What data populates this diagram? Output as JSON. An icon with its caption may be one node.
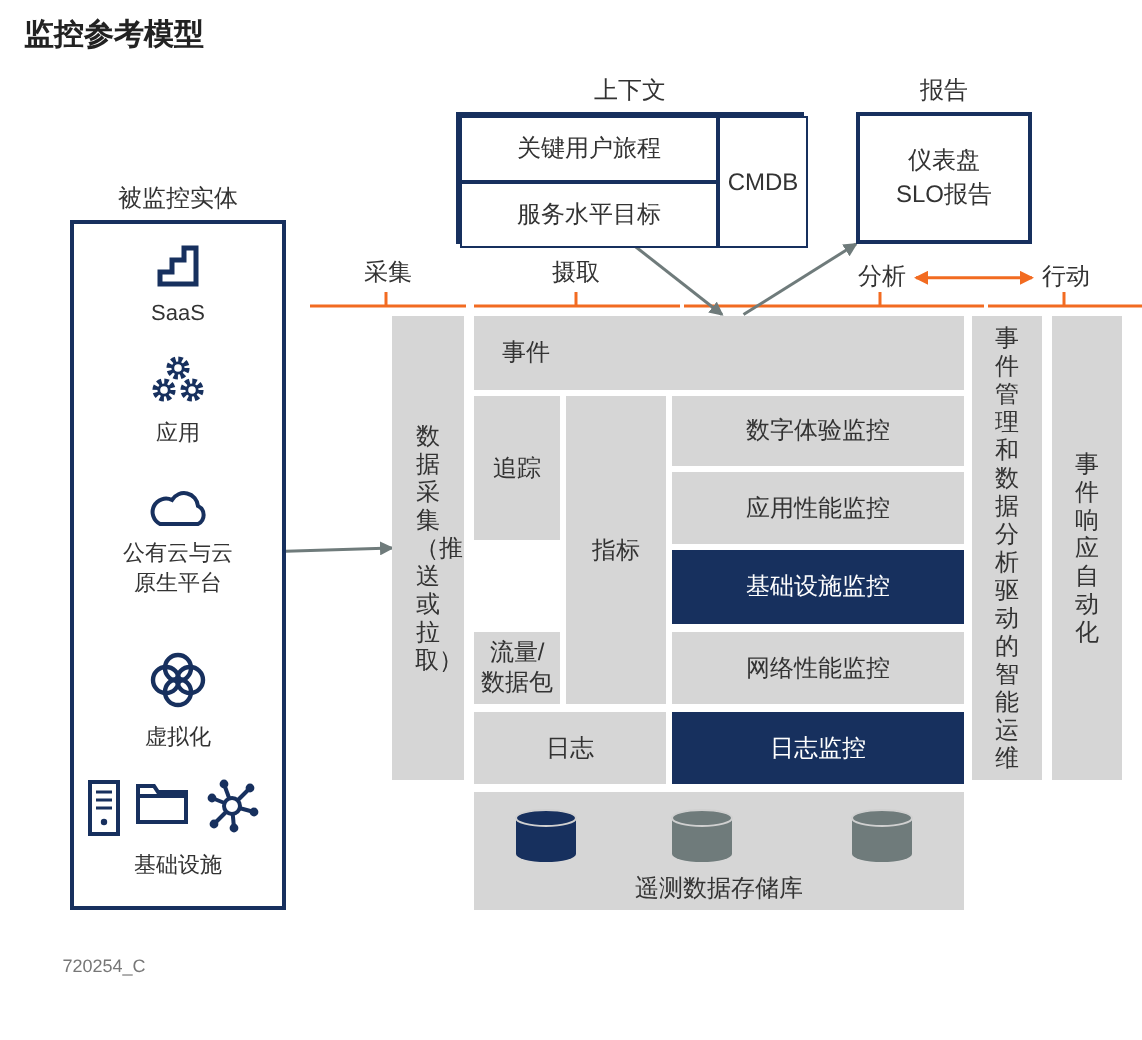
{
  "diagram": {
    "title": "监控参考模型",
    "nodes": [
      {
        "text": [
          "被监控实体",
          "SaaS",
          "应用",
          "公有云与云原生平台",
          "虚拟化",
          "基础设施"
        ]
      },
      {
        "text": [
          "上下文"
        ]
      },
      {
        "text": [
          "关键用户旅程"
        ],
        "in": 1
      },
      {
        "text": [
          "服务水平目标"
        ],
        "in": 1
      },
      {
        "text": [
          "CMDB"
        ],
        "in": 1
      },
      {
        "text": [
          "报告",
          "仪表盘",
          "SLO报告"
        ]
      },
      {
        "text": [
          "数据采集（推送或拉取）"
        ]
      },
      {
        "text": [
          "事件"
        ]
      },
      {
        "text": [
          "追踪"
        ]
      },
      {
        "text": [
          "指标"
        ]
      },
      {
        "text": [
          "流量/数据包"
        ]
      },
      {
        "text": [
          "日志"
        ]
      },
      {
        "text": [
          "数字体验监控"
        ]
      },
      {
        "text": [
          "应用性能监控"
        ]
      },
      {
        "text": [
          "基础设施监控"
        ]
      },
      {
        "text": [
          "网络性能监控"
        ]
      },
      {
        "text": [
          "日志监控"
        ]
      },
      {
        "text": [
          "事件管理和数据分析驱动的智能运维"
        ]
      },
      {
        "text": [
          "事件响应自动化"
        ]
      },
      {
        "text": [
          "遥测数据存储库"
        ]
      },
      {
        "text": [
          "分析"
        ]
      },
      {
        "text": [
          "行动"
        ]
      }
    ],
    "edges": [
      {
        "from": 0,
        "to": 6,
        "arrow": "to"
      },
      {
        "from": 1,
        "to": 7,
        "arrow": "to"
      },
      {
        "from": 7,
        "to": 5,
        "arrow": "to"
      },
      {
        "from": 20,
        "to": 21,
        "arrow": "both",
        "color": "#f26b21"
      }
    ],
    "labels": [
      "采集",
      "摄取",
      "720254_C"
    ]
  }
}
